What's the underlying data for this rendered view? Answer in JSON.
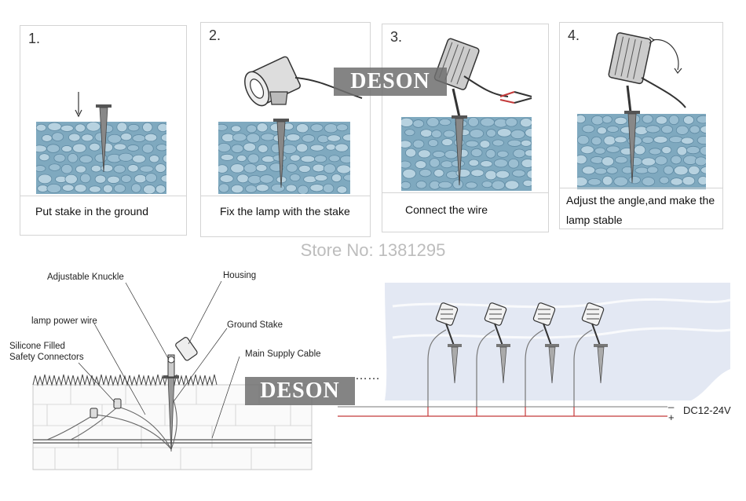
{
  "steps": [
    {
      "number": "1.",
      "caption": "Put stake in the ground"
    },
    {
      "number": "2.",
      "caption": "Fix the lamp with the stake"
    },
    {
      "number": "3.",
      "caption": "Connect the wire"
    },
    {
      "number": "4.",
      "caption_line1": "Adjust the angle,and make the",
      "caption_line2": "lamp stable"
    }
  ],
  "watermark": "DESON",
  "store": "Store No: 1381295",
  "diagram_labels": {
    "knuckle": "Adjustable Knuckle",
    "housing": "Housing",
    "power_wire": "lamp power wire",
    "ground_stake": "Ground Stake",
    "connectors_line1": "Silicone Filled",
    "connectors_line2": "Safety Connectors",
    "main_cable": "Main Supply Cable",
    "ellipsis": "……",
    "minus": "_",
    "plus": "+",
    "voltage": "DC12-24V"
  },
  "colors": {
    "stone": "#7fa9bf",
    "wire_red": "#c43a3a",
    "watermark_bg": "#6e6e6e"
  }
}
